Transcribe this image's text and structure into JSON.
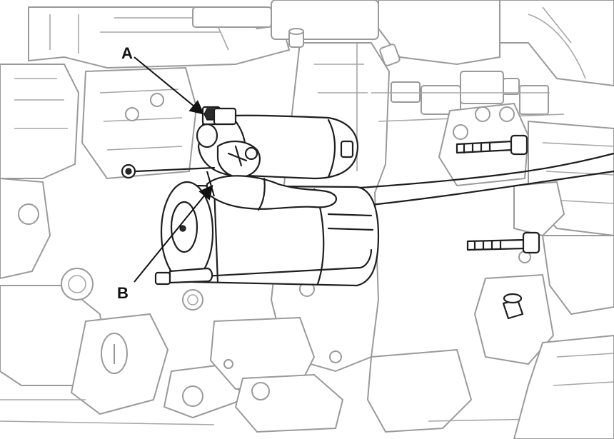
{
  "callouts": [
    {
      "id": "A",
      "text": "A"
    },
    {
      "id": "B",
      "text": "B"
    }
  ],
  "colors": {
    "background": "#ffffff",
    "engine_outline": "#9a9a9a",
    "component_outline": "#1e1e1e"
  },
  "icons": [
    "arrow-head-icon",
    "bolt-icon"
  ]
}
